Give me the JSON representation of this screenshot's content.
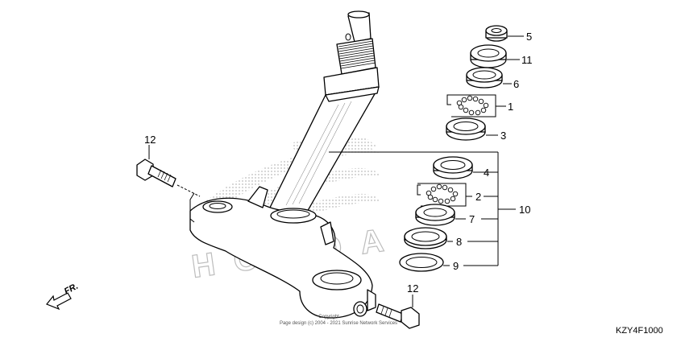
{
  "callouts": {
    "c1": "1",
    "c2": "2",
    "c3": "3",
    "c4": "4",
    "c5": "5",
    "c6": "6",
    "c7": "7",
    "c8": "8",
    "c9": "9",
    "c10": "10",
    "c11": "11",
    "c12_left": "12",
    "c12_right": "12"
  },
  "direction_label": "FR.",
  "copyright_line1": "Copyright",
  "copyright_line2": "Page design (c) 2004 - 2021 Sunrise Network Services",
  "diagram_code": "KZY4F1000",
  "watermark_brand": "HONDA"
}
